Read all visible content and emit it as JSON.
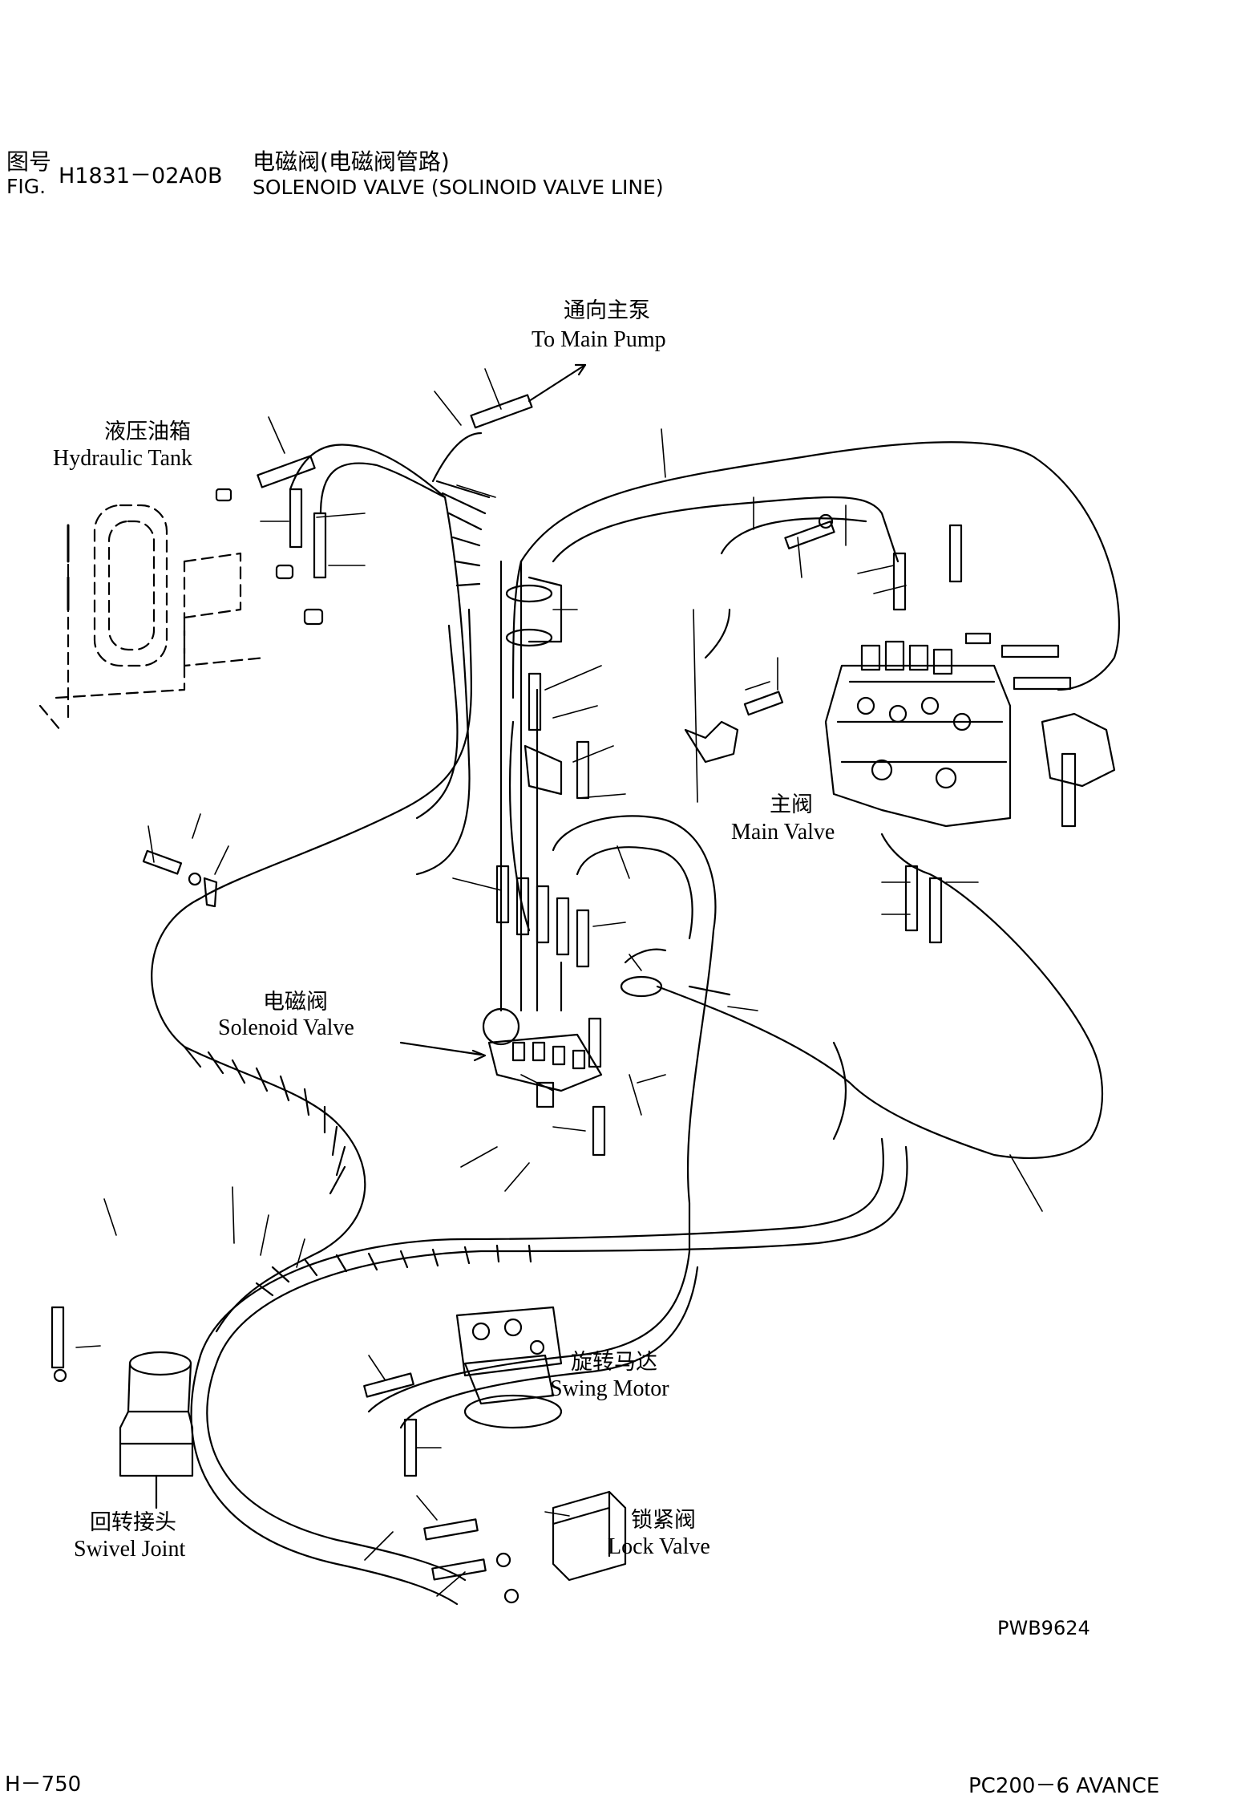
{
  "header": {
    "fig_label_cn": "图号",
    "fig_label_en": "FIG.",
    "fig_number": "H1831－02A0B",
    "title_cn": "电磁阀(电磁阀管路)",
    "title_en": "SOLENOID VALVE (SOLINOID VALVE LINE)"
  },
  "labels": {
    "main_pump_cn": "通向主泵",
    "main_pump_en": "To Main Pump",
    "hydraulic_tank_cn": "液压油箱",
    "hydraulic_tank_en": "Hydraulic Tank",
    "main_valve_cn": "主阀",
    "main_valve_en": "Main Valve",
    "solenoid_valve_cn": "电磁阀",
    "solenoid_valve_en": "Solenoid Valve",
    "swing_motor_cn": "旋转马达",
    "swing_motor_en": "Swing Motor",
    "swivel_joint_cn": "回转接头",
    "swivel_joint_en": "Swivel Joint",
    "lock_valve_cn": "锁紧阀",
    "lock_valve_en": "Lock Valve"
  },
  "drawing_code": "PWB9624",
  "footer": {
    "page": "H－750",
    "model": "PC200－6 AVANCE"
  }
}
